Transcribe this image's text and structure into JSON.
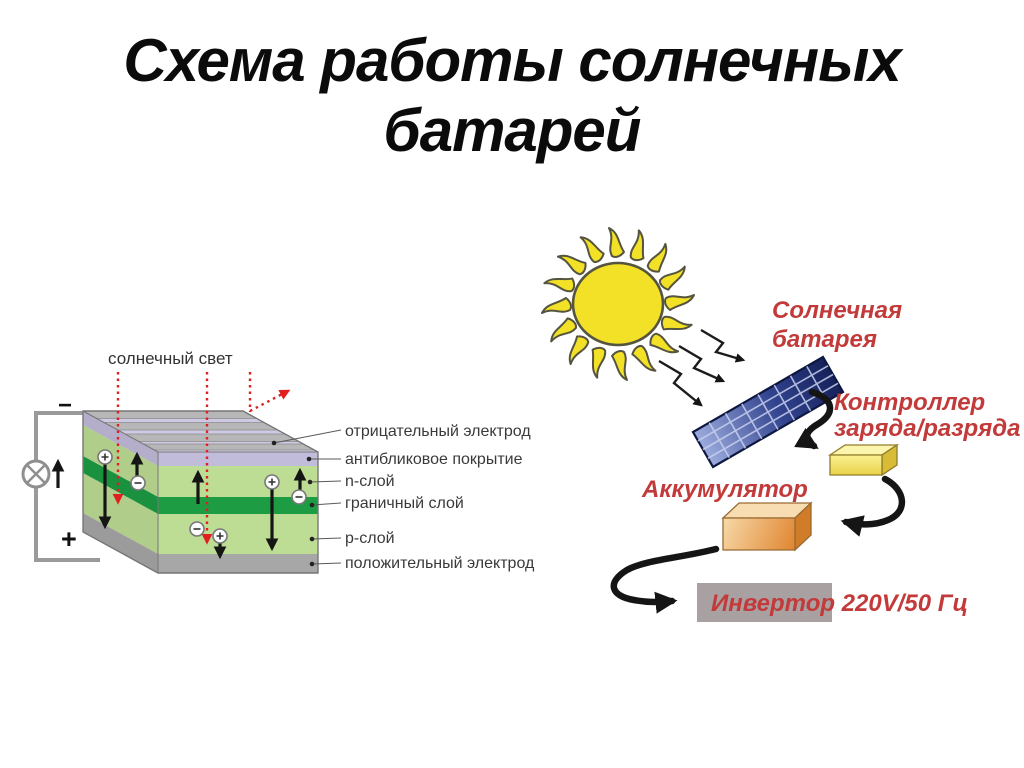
{
  "title": "Схема работы солнечных батарей",
  "cell_diagram": {
    "sunlight_label": "солнечный свет",
    "negative_terminal": "−",
    "positive_terminal": "+",
    "layer_labels": [
      "отрицательный электрод",
      "антибликовое покрытие",
      "n-слой",
      "граничный слой",
      "p-слой",
      "положительный электрод"
    ],
    "icons": [
      "lamp-icon",
      "plus-charge-icon",
      "minus-charge-icon",
      "photon-arrow",
      "reflected-ray-arrow"
    ]
  },
  "system_diagram": {
    "solar_battery_label_line1": "Солнечная",
    "solar_battery_label_line2": "батарея",
    "controller_label_line1": "Контроллер",
    "controller_label_line2": "заряда/разряда",
    "accumulator_label": "Аккумулятор",
    "inverter_label": "Инвертор 220V/50 Гц",
    "icons": [
      "sun-icon",
      "solar-panel-icon",
      "zigzag-sunbeam-arrow",
      "curved-flow-arrow",
      "controller-box",
      "accumulator-box",
      "inverter-box"
    ]
  },
  "colors": {
    "label_red": "#c23a3a",
    "title_black": "#0b0b0b",
    "cell_green_light": "#bedd94",
    "cell_green_dark": "#1d9c43",
    "cell_lavender": "#c2bcdb",
    "electrode_gray": "#a7a7a7",
    "sun_yellow": "#f2e126",
    "panel_blue_dark": "#111c52",
    "panel_blue_light": "#a3b2e2",
    "controller_yellow": "#f3e468",
    "accumulator_orange": "#e4893d",
    "inverter_gray": "#a9a1a1",
    "photon_red": "#e02020"
  }
}
